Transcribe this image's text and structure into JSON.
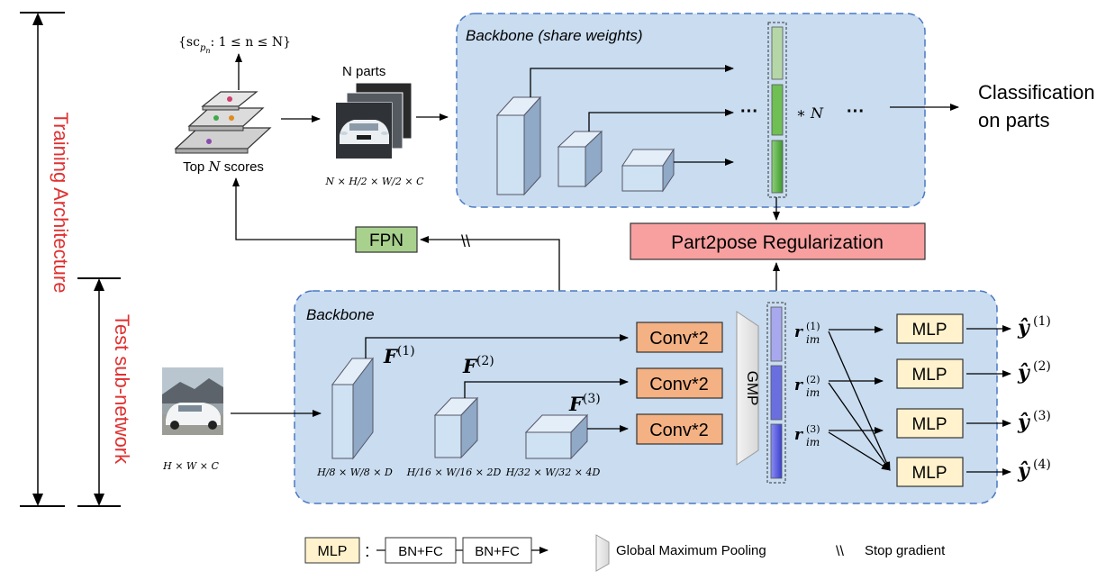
{
  "sidebar": {
    "training_label": "Training Architecture",
    "test_label": "Test sub-network"
  },
  "top": {
    "score_set": "{sc",
    "score_set_sub": "p",
    "score_set_subsub": "n",
    "score_set_rest": ": 1 ≤ n ≤ N}",
    "top_scores_prefix": "Top ",
    "top_scores_n": "N",
    "top_scores_suffix": " scores",
    "n_parts": "N parts",
    "parts_dim": "N × H/2 × W/2 × C",
    "backbone_title": "Backbone (share weights)",
    "dots_1": "···",
    "times_n": "∗ N",
    "dots_2": "···",
    "classification_line1": "Classification",
    "classification_line2": "on parts"
  },
  "middle": {
    "fpn_label": "FPN",
    "stop_mark": "\\\\",
    "part2pose_label": "Part2pose Regularization"
  },
  "bottom": {
    "backbone_title": "Backbone",
    "input_dim": "H × W × C",
    "f1": "F",
    "f1_sup": "(1)",
    "f2": "F",
    "f2_sup": "(2)",
    "f3": "F",
    "f3_sup": "(3)",
    "dim1": "H/8 × W/8 × D",
    "dim2": "H/16 × W/16 × 2D",
    "dim3": "H/32 × W/32 × 4D",
    "conv_labels": [
      "Conv*2",
      "Conv*2",
      "Conv*2"
    ],
    "gmp_label": "GMP",
    "r_base": "r",
    "r_sub": "im",
    "r_sups": [
      "(1)",
      "(2)",
      "(3)"
    ],
    "mlp_labels": [
      "MLP",
      "MLP",
      "MLP",
      "MLP"
    ],
    "y_base": "ŷ",
    "y_sups": [
      "(1)",
      "(2)",
      "(3)",
      "(4)"
    ]
  },
  "legend": {
    "mlp": "MLP",
    "colon": ":",
    "bnfc_1": "BN+FC",
    "bnfc_2": "BN+FC",
    "gmp_text": "Global Maximum Pooling",
    "stop_mark": "\\\\",
    "stop_text": "Stop gradient"
  },
  "colors": {
    "panel_fill": "#c9dcf0",
    "panel_stroke": "#4a78c0",
    "red_text": "#e03030",
    "fpn_fill": "#a9d18e",
    "part2pose_fill": "#f8a0a0",
    "conv_fill": "#f4b183",
    "mlp_fill": "#fff2cc",
    "cube_front": "#cfe2f3",
    "cube_side": "#8fa9c6"
  }
}
